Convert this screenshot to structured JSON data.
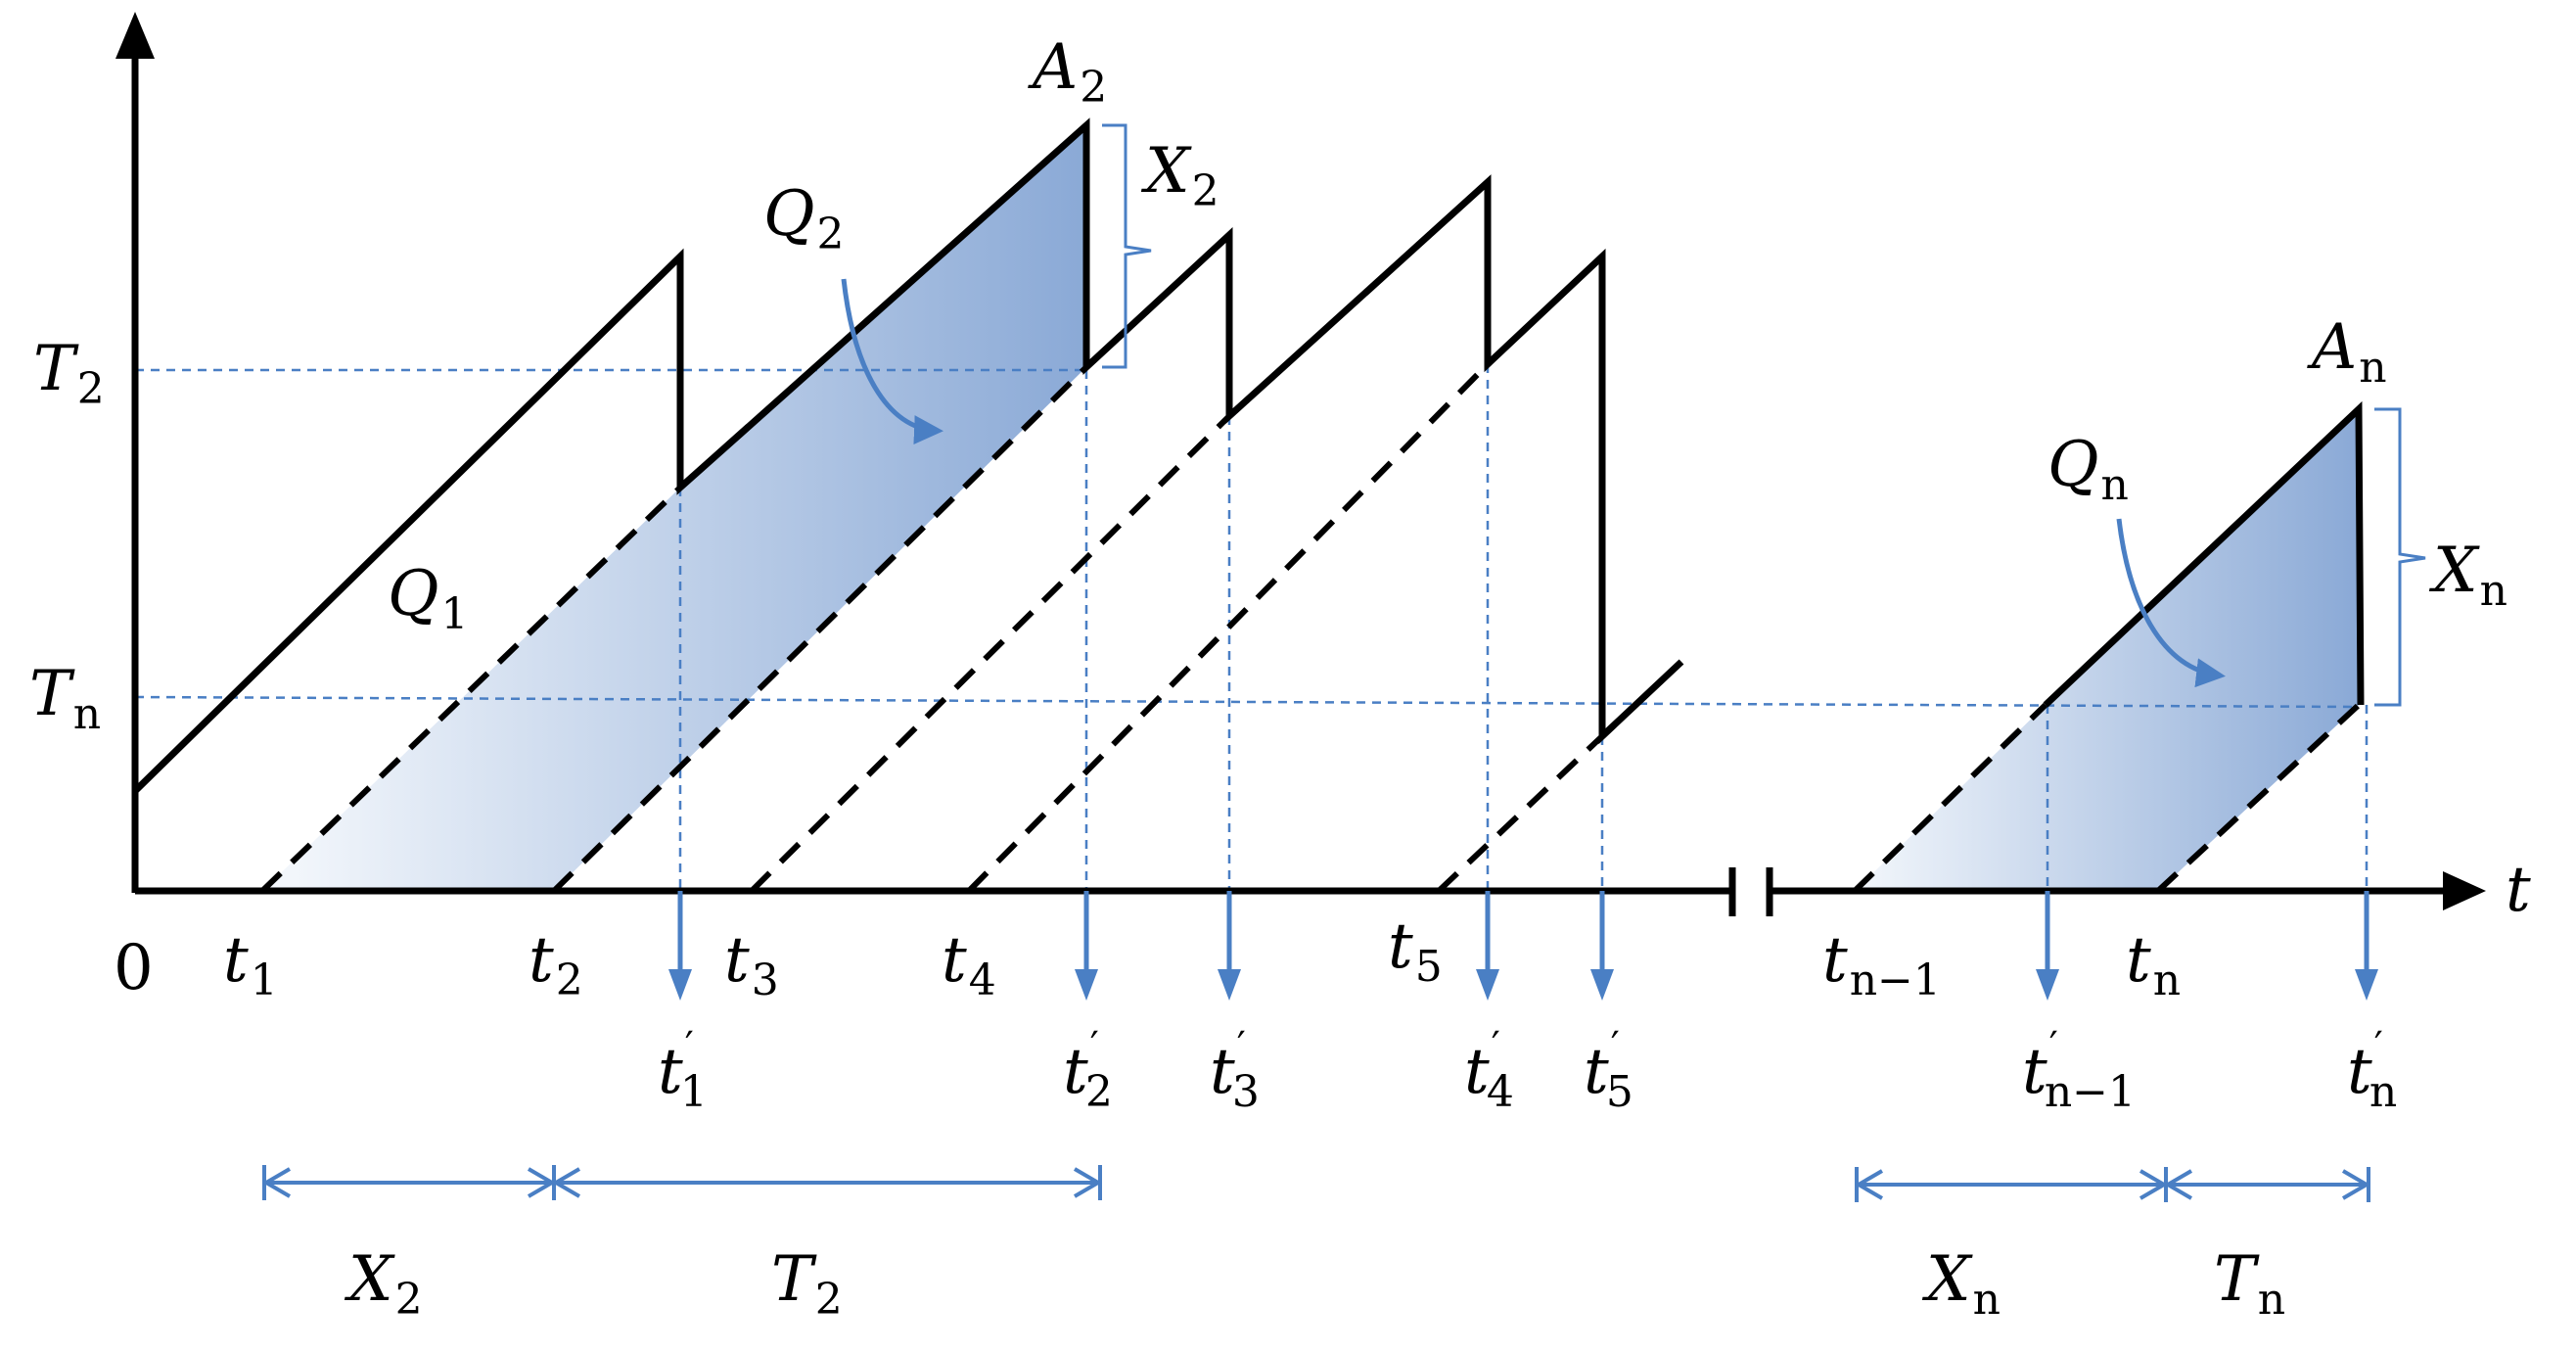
{
  "colors": {
    "line": "#000000",
    "blue": "#4a7fc4",
    "fill_light": "#eef3fa",
    "fill_dark": "#8aa9d6"
  },
  "axis": {
    "origin": "0",
    "t_axis": "t"
  },
  "y_labels": {
    "T2": {
      "main": "T",
      "sub": "2"
    },
    "Tn": {
      "main": "T",
      "sub": "n"
    }
  },
  "peaks": {
    "A2": {
      "main": "A",
      "sub": "2"
    },
    "An": {
      "main": "A",
      "sub": "n"
    }
  },
  "regions": {
    "Q1": {
      "main": "Q",
      "sub": "1"
    },
    "Q2": {
      "main": "Q",
      "sub": "2"
    },
    "Qn": {
      "main": "Q",
      "sub": "n"
    }
  },
  "jumps": {
    "X2": {
      "main": "X",
      "sub": "2"
    },
    "Xn": {
      "main": "X",
      "sub": "n"
    }
  },
  "t_labels": [
    {
      "main": "t",
      "sub": "1"
    },
    {
      "main": "t",
      "sub": "2"
    },
    {
      "main": "t",
      "sub": "3"
    },
    {
      "main": "t",
      "sub": "4"
    },
    {
      "main": "t",
      "sub": "5"
    },
    {
      "main": "t",
      "sub": "n−1"
    },
    {
      "main": "t",
      "sub": "n"
    }
  ],
  "tprime_labels": [
    {
      "main": "t",
      "sub": "1",
      "prime": "′"
    },
    {
      "main": "t",
      "sub": "2",
      "prime": "′"
    },
    {
      "main": "t",
      "sub": "3",
      "prime": "′"
    },
    {
      "main": "t",
      "sub": "4",
      "prime": "′"
    },
    {
      "main": "t",
      "sub": "5",
      "prime": "′"
    },
    {
      "main": "t",
      "sub": "n−1",
      "prime": "′"
    },
    {
      "main": "t",
      "sub": "n",
      "prime": "′"
    }
  ],
  "intervals": [
    {
      "main": "X",
      "sub": "2"
    },
    {
      "main": "T",
      "sub": "2"
    },
    {
      "main": "X",
      "sub": "n"
    },
    {
      "main": "T",
      "sub": "n"
    }
  ]
}
